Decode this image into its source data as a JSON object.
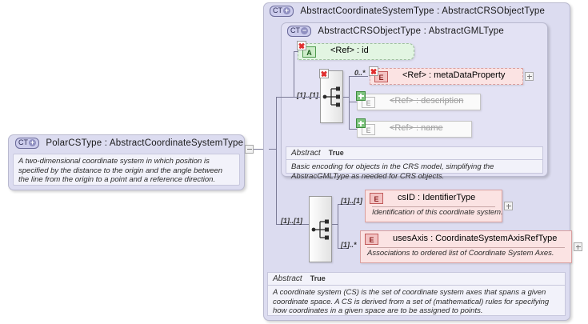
{
  "diagram": {
    "kind": "xsd-schema-diagram",
    "colors": {
      "type_box_bg": "#dcdcf0",
      "doc_panel_bg": "#f2f2fa",
      "attribute_bg": "#e2f5e2",
      "element_bg": "#fbe3e3",
      "deprecated_bg": "#fafafa",
      "line": "#7a7a96"
    }
  },
  "left_type": {
    "badge": "CT",
    "badge_symbol": "+",
    "badge_icon": "complex-type-expand-icon",
    "title": "PolarCSType : AbstractCoordinateSystemType",
    "name": "PolarCSType",
    "base": "AbstractCoordinateSystemType",
    "documentation": "A two-dimensional coordinate system in which position is specified by the distance to the origin and the angle between the line from the origin to a point and a reference direction.",
    "collapse_control": "minus"
  },
  "outer_type": {
    "badge": "CT",
    "badge_symbol": "+",
    "badge_icon": "complex-type-expand-icon",
    "title": "AbstractCoordinateSystemType : AbstractCRSObjectType",
    "name": "AbstractCoordinateSystemType",
    "base": "AbstractCRSObjectType",
    "abstract_label": "Abstract",
    "abstract_value": "True",
    "documentation": "A coordinate system (CS) is the set of coordinate system axes that spans a given coordinate space. A CS is derived from a set of (mathematical) rules for specifying how coordinates in a given space are to be assigned to points."
  },
  "inner_type": {
    "badge": "CT",
    "badge_symbol": "−",
    "badge_icon": "complex-type-collapse-icon",
    "title": "AbstractCRSObjectType : AbstractGMLType",
    "name": "AbstractCRSObjectType",
    "base": "AbstractGMLType",
    "abstract_label": "Abstract",
    "abstract_value": "True",
    "documentation": "Basic encoding for objects in the CRS model, simplifying the AbstracGMLType as needed for CRS objects."
  },
  "inner_sequence": {
    "icon": "sequence-compositor-icon",
    "occurrence": "[1]..[1]",
    "has_x_badge": true
  },
  "outer_sequence": {
    "icon": "sequence-compositor-icon",
    "occurrence": "[1]..[1]",
    "has_x_badge": false
  },
  "inner_nodes": [
    {
      "id": "id-attribute",
      "kind": "attribute",
      "badge": "A",
      "badge_icon": "attribute-icon",
      "ref": "<Ref>",
      "separator": ":",
      "name": "id",
      "label": "<Ref>     : id",
      "occurrence": "",
      "x_badge": true,
      "plus_badge": false,
      "expander": "",
      "deprecated": false
    },
    {
      "id": "metaDataProperty-element",
      "kind": "element",
      "badge": "E",
      "badge_icon": "element-icon",
      "ref": "<Ref>",
      "separator": ":",
      "name": "metaDataProperty",
      "label": "<Ref>      : metaDataProperty",
      "occurrence": "0..*",
      "x_badge": true,
      "plus_badge": false,
      "expander": "plus",
      "deprecated": false,
      "optional": true
    },
    {
      "id": "description-element",
      "kind": "element",
      "badge": "E",
      "badge_icon": "element-icon",
      "ref": "<Ref>",
      "separator": ":",
      "name": "description",
      "label": "<Ref>      : description",
      "occurrence": "",
      "x_badge": false,
      "plus_badge": true,
      "expander": "",
      "deprecated": true
    },
    {
      "id": "name-element",
      "kind": "element",
      "badge": "E",
      "badge_icon": "element-icon",
      "ref": "<Ref>",
      "separator": ":",
      "name": "name",
      "label": "<Ref>      : name",
      "occurrence": "",
      "x_badge": false,
      "plus_badge": true,
      "expander": "",
      "deprecated": true
    }
  ],
  "outer_nodes": [
    {
      "id": "csID-element",
      "kind": "element",
      "badge": "E",
      "badge_icon": "element-icon",
      "name": "csID",
      "type": "IdentifierType",
      "label": "csID        : IdentifierType",
      "documentation": "Identification of this coordinate system.",
      "occurrence": "[1]..[1]",
      "expander": "plus"
    },
    {
      "id": "usesAxis-element",
      "kind": "element",
      "badge": "E",
      "badge_icon": "element-icon",
      "name": "usesAxis",
      "type": "CoordinateSystemAxisRefType",
      "label": "usesAxis : CoordinateSystemAxisRefType",
      "documentation": "Associations to ordered list of Coordinate System Axes.",
      "occurrence": "[1]..*",
      "expander": "plus"
    }
  ]
}
